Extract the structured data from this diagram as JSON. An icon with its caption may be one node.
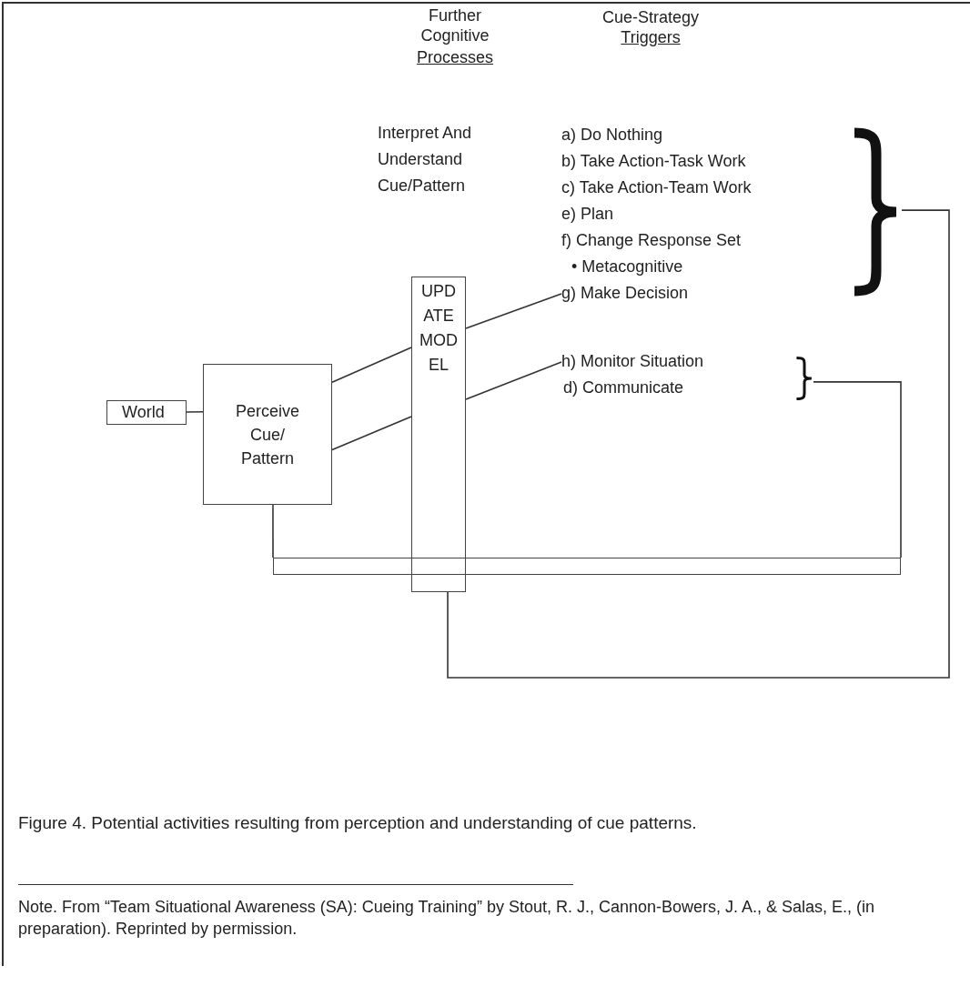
{
  "diagram": {
    "caption": "Figure 4. Potential activities resulting from perception and understanding of cue patterns.",
    "nodes": [
      {
        "text": [],
        "shape": "brace"
      },
      {
        "text": [
          "g) Make Decision"
        ]
      },
      {
        "text": [
          "UPD ATE MOD EL"
        ]
      },
      {
        "text": [
          "h) Monitor Situation"
        ]
      },
      {
        "text": [],
        "shape": "brace"
      },
      {
        "text": [
          "World"
        ]
      },
      {
        "text": [
          "Perceive Cue/ Pattern"
        ]
      },
      {
        "text": [],
        "shape": "bar"
      }
    ],
    "edges": [
      {
        "from": 5,
        "to": 6,
        "arrow": "none"
      },
      {
        "from": 6,
        "to": 2,
        "arrow": "none"
      },
      {
        "from": 6,
        "to": 2,
        "arrow": "none"
      },
      {
        "from": 2,
        "to": 1,
        "arrow": "none"
      },
      {
        "from": 2,
        "to": 3,
        "arrow": "none"
      },
      {
        "from": 6,
        "to": 7,
        "arrow": "none"
      },
      {
        "from": 4,
        "to": 7,
        "arrow": "none"
      },
      {
        "from": 0,
        "to": 2,
        "arrow": "none"
      }
    ],
    "labels": [
      "Further Cognitive",
      "Processes",
      "Cue-Strategy",
      "Triggers",
      "Interpret And Understand Cue/Pattern",
      "a) Do Nothing",
      "b) Take Action-Task Work",
      "c) Take Action-Team Work",
      "e) Plan",
      "f) Change Response Set",
      "• Metacognitive",
      "d) Communicate",
      "Note. From “Team Situational Awareness (SA): Cueing Training” by Stout, R. J., Cannon-Bowers, J. A., & Salas, E., (in preparation). Reprinted by permission."
    ]
  }
}
